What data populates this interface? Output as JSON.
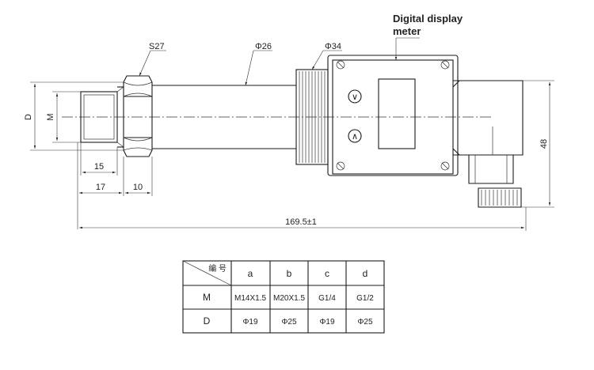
{
  "annotations": {
    "callout_line1": "Digital display",
    "callout_line2": "meter",
    "dia_26": "Φ26",
    "dia_34": "Φ34",
    "wrench": "S27",
    "height_D": "D",
    "height_M": "M",
    "dim_15": "15",
    "dim_17": "17",
    "dim_10": "10",
    "dim_total": "169.5±1",
    "dim_48": "48",
    "button_up": "∨",
    "button_down": "∧"
  },
  "spec_table": {
    "corner_header": "编 号",
    "columns": [
      "a",
      "b",
      "c",
      "d"
    ],
    "rows": [
      {
        "label": "M",
        "values": [
          "M14X1.5",
          "M20X1.5",
          "G1/4",
          "G1/2"
        ]
      },
      {
        "label": "D",
        "values": [
          "Φ19",
          "Φ25",
          "Φ19",
          "Φ25"
        ]
      }
    ]
  }
}
